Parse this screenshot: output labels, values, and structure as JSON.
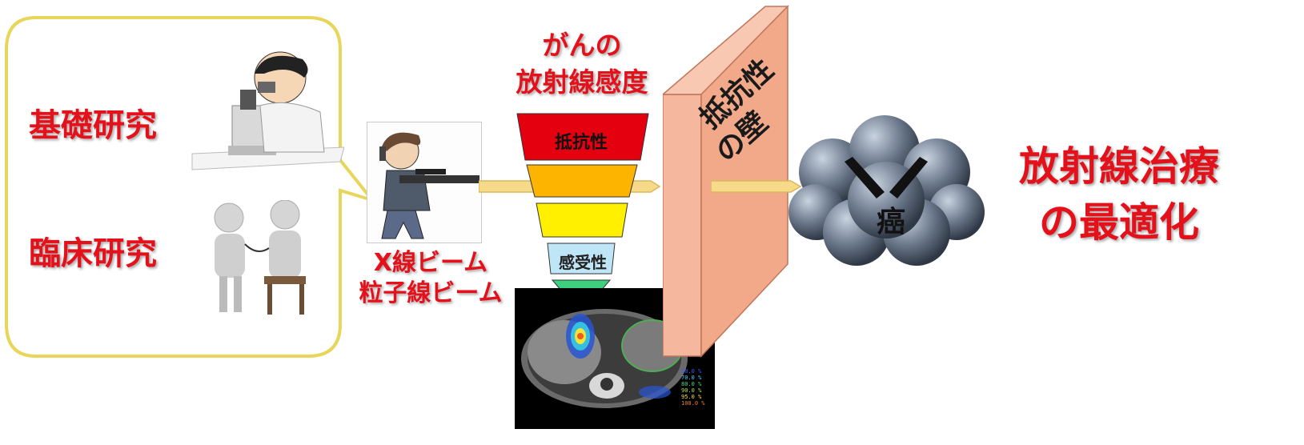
{
  "research": {
    "basic": "基礎研究",
    "clinical": "臨床研究"
  },
  "beam": {
    "xray": "X線ビーム",
    "particle": "粒子線ビーム"
  },
  "sensitivity": {
    "title_line1": "がんの",
    "title_line2": "放射線感度",
    "resistant": "抵抗性",
    "sensitive": "感受性"
  },
  "wall": {
    "line1": "抵抗性",
    "line2": "の壁"
  },
  "tumor": {
    "label": "癌"
  },
  "goal": {
    "line1": "放射線治療",
    "line2": "の最適化"
  },
  "ct_legend": [
    "40.0 %",
    "70.0 %",
    "80.0 %",
    "90.0 %",
    "95.0 %",
    "100.0 %"
  ],
  "colors": {
    "accent_red": "#e4101a",
    "bubble_border": "#e8d65a",
    "wall": "#f2a98a",
    "beam": "#f7d98a"
  }
}
